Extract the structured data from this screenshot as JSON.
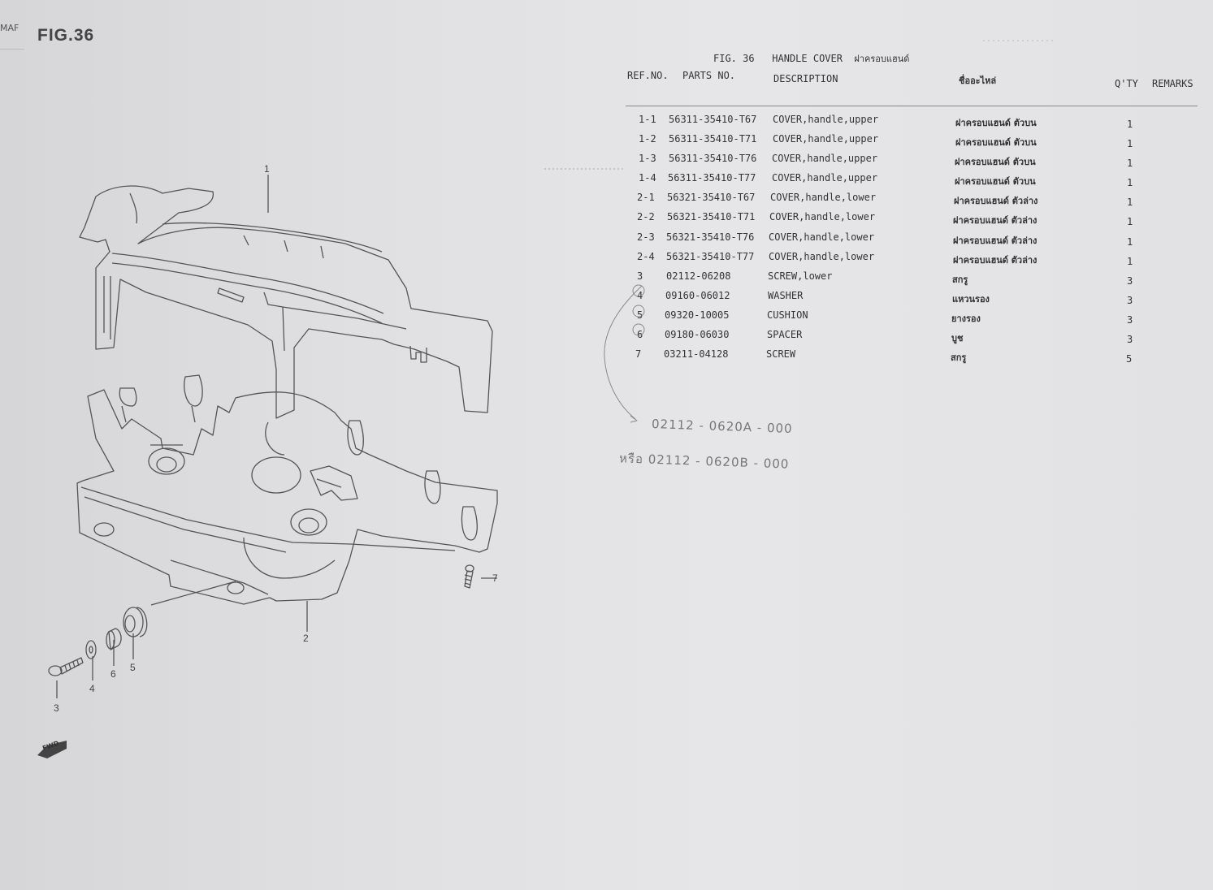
{
  "page": {
    "edge_text": "MAF",
    "figure_label": "FIG.36"
  },
  "header": {
    "fig_no": "FIG. 36",
    "title_en": "HANDLE COVER",
    "title_th": "ฝาครอบแฮนด์"
  },
  "columns": {
    "ref_no": "REF.NO.",
    "parts_no": "PARTS NO.",
    "description": "DESCRIPTION",
    "thai_name": "ชื่ออะไหล่",
    "qty": "Q'TY",
    "remarks": "REMARKS"
  },
  "parts": [
    {
      "ref": "1-1",
      "part_no": "56311-35410-T67",
      "desc": "COVER,handle,upper",
      "thai": "ฝาครอบแฮนด์ ตัวบน",
      "qty": "1"
    },
    {
      "ref": "1-2",
      "part_no": "56311-35410-T71",
      "desc": "COVER,handle,upper",
      "thai": "ฝาครอบแฮนด์ ตัวบน",
      "qty": "1"
    },
    {
      "ref": "1-3",
      "part_no": "56311-35410-T76",
      "desc": "COVER,handle,upper",
      "thai": "ฝาครอบแฮนด์ ตัวบน",
      "qty": "1"
    },
    {
      "ref": "1-4",
      "part_no": "56311-35410-T77",
      "desc": "COVER,handle,upper",
      "thai": "ฝาครอบแฮนด์ ตัวบน",
      "qty": "1"
    },
    {
      "ref": "2-1",
      "part_no": "56321-35410-T67",
      "desc": "COVER,handle,lower",
      "thai": "ฝาครอบแฮนด์ ตัวล่าง",
      "qty": "1"
    },
    {
      "ref": "2-2",
      "part_no": "56321-35410-T71",
      "desc": "COVER,handle,lower",
      "thai": "ฝาครอบแฮนด์ ตัวล่าง",
      "qty": "1"
    },
    {
      "ref": "2-3",
      "part_no": "56321-35410-T76",
      "desc": "COVER,handle,lower",
      "thai": "ฝาครอบแฮนด์ ตัวล่าง",
      "qty": "1"
    },
    {
      "ref": "2-4",
      "part_no": "56321-35410-T77",
      "desc": "COVER,handle,lower",
      "thai": "ฝาครอบแฮนด์ ตัวล่าง",
      "qty": "1"
    },
    {
      "ref": "3",
      "part_no": "02112-06208",
      "desc": "SCREW,lower",
      "thai": "สกรู",
      "qty": "3"
    },
    {
      "ref": "4",
      "part_no": "09160-06012",
      "desc": "WASHER",
      "thai": "แหวนรอง",
      "qty": "3"
    },
    {
      "ref": "5",
      "part_no": "09320-10005",
      "desc": "CUSHION",
      "thai": "ยางรอง",
      "qty": "3"
    },
    {
      "ref": "6",
      "part_no": "09180-06030",
      "desc": "SPACER",
      "thai": "บูช",
      "qty": "3"
    },
    {
      "ref": "7",
      "part_no": "03211-04128",
      "desc": "SCREW",
      "thai": "สกรู",
      "qty": "5"
    }
  ],
  "handwritten": {
    "line1": "02112 - 0620A - 000",
    "line2_prefix": "หรือ",
    "line2": "02112 - 0620B - 000"
  },
  "diagram": {
    "labels": [
      "1",
      "2",
      "3",
      "4",
      "5",
      "6",
      "7"
    ],
    "forward_mark": "FWD"
  }
}
